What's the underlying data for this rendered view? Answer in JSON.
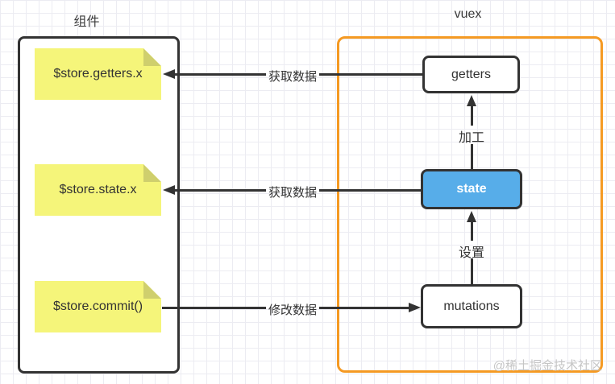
{
  "diagram": {
    "left_panel": {
      "title": "组件",
      "notes": [
        {
          "label": "$store.getters.x"
        },
        {
          "label": "$store.state.x"
        },
        {
          "label": "$store.commit()"
        }
      ]
    },
    "right_panel": {
      "title": "vuex",
      "nodes": [
        {
          "label": "getters"
        },
        {
          "label": "state"
        },
        {
          "label": "mutations"
        }
      ]
    },
    "edges": [
      {
        "from": "getters",
        "to": "$store.getters.x",
        "direction": "left",
        "label": "获取数据"
      },
      {
        "from": "state",
        "to": "$store.state.x",
        "direction": "left",
        "label": "获取数据"
      },
      {
        "from": "$store.commit()",
        "to": "mutations",
        "direction": "right",
        "label": "修改数据"
      },
      {
        "from": "state",
        "to": "getters",
        "direction": "up",
        "label": "加工"
      },
      {
        "from": "mutations",
        "to": "state",
        "direction": "up",
        "label": "设置"
      }
    ],
    "watermark": "@稀土掘金技术社区"
  },
  "colors": {
    "note_fill": "#f5f57a",
    "note_fold": "#cfcf6d",
    "state_fill": "#57ade9",
    "node_border": "#333333",
    "component_border": "#333333",
    "vuex_border": "#f59a23",
    "arrow": "#333333",
    "grid": "#ececf2",
    "watermark_text": "#c6c6c6"
  }
}
